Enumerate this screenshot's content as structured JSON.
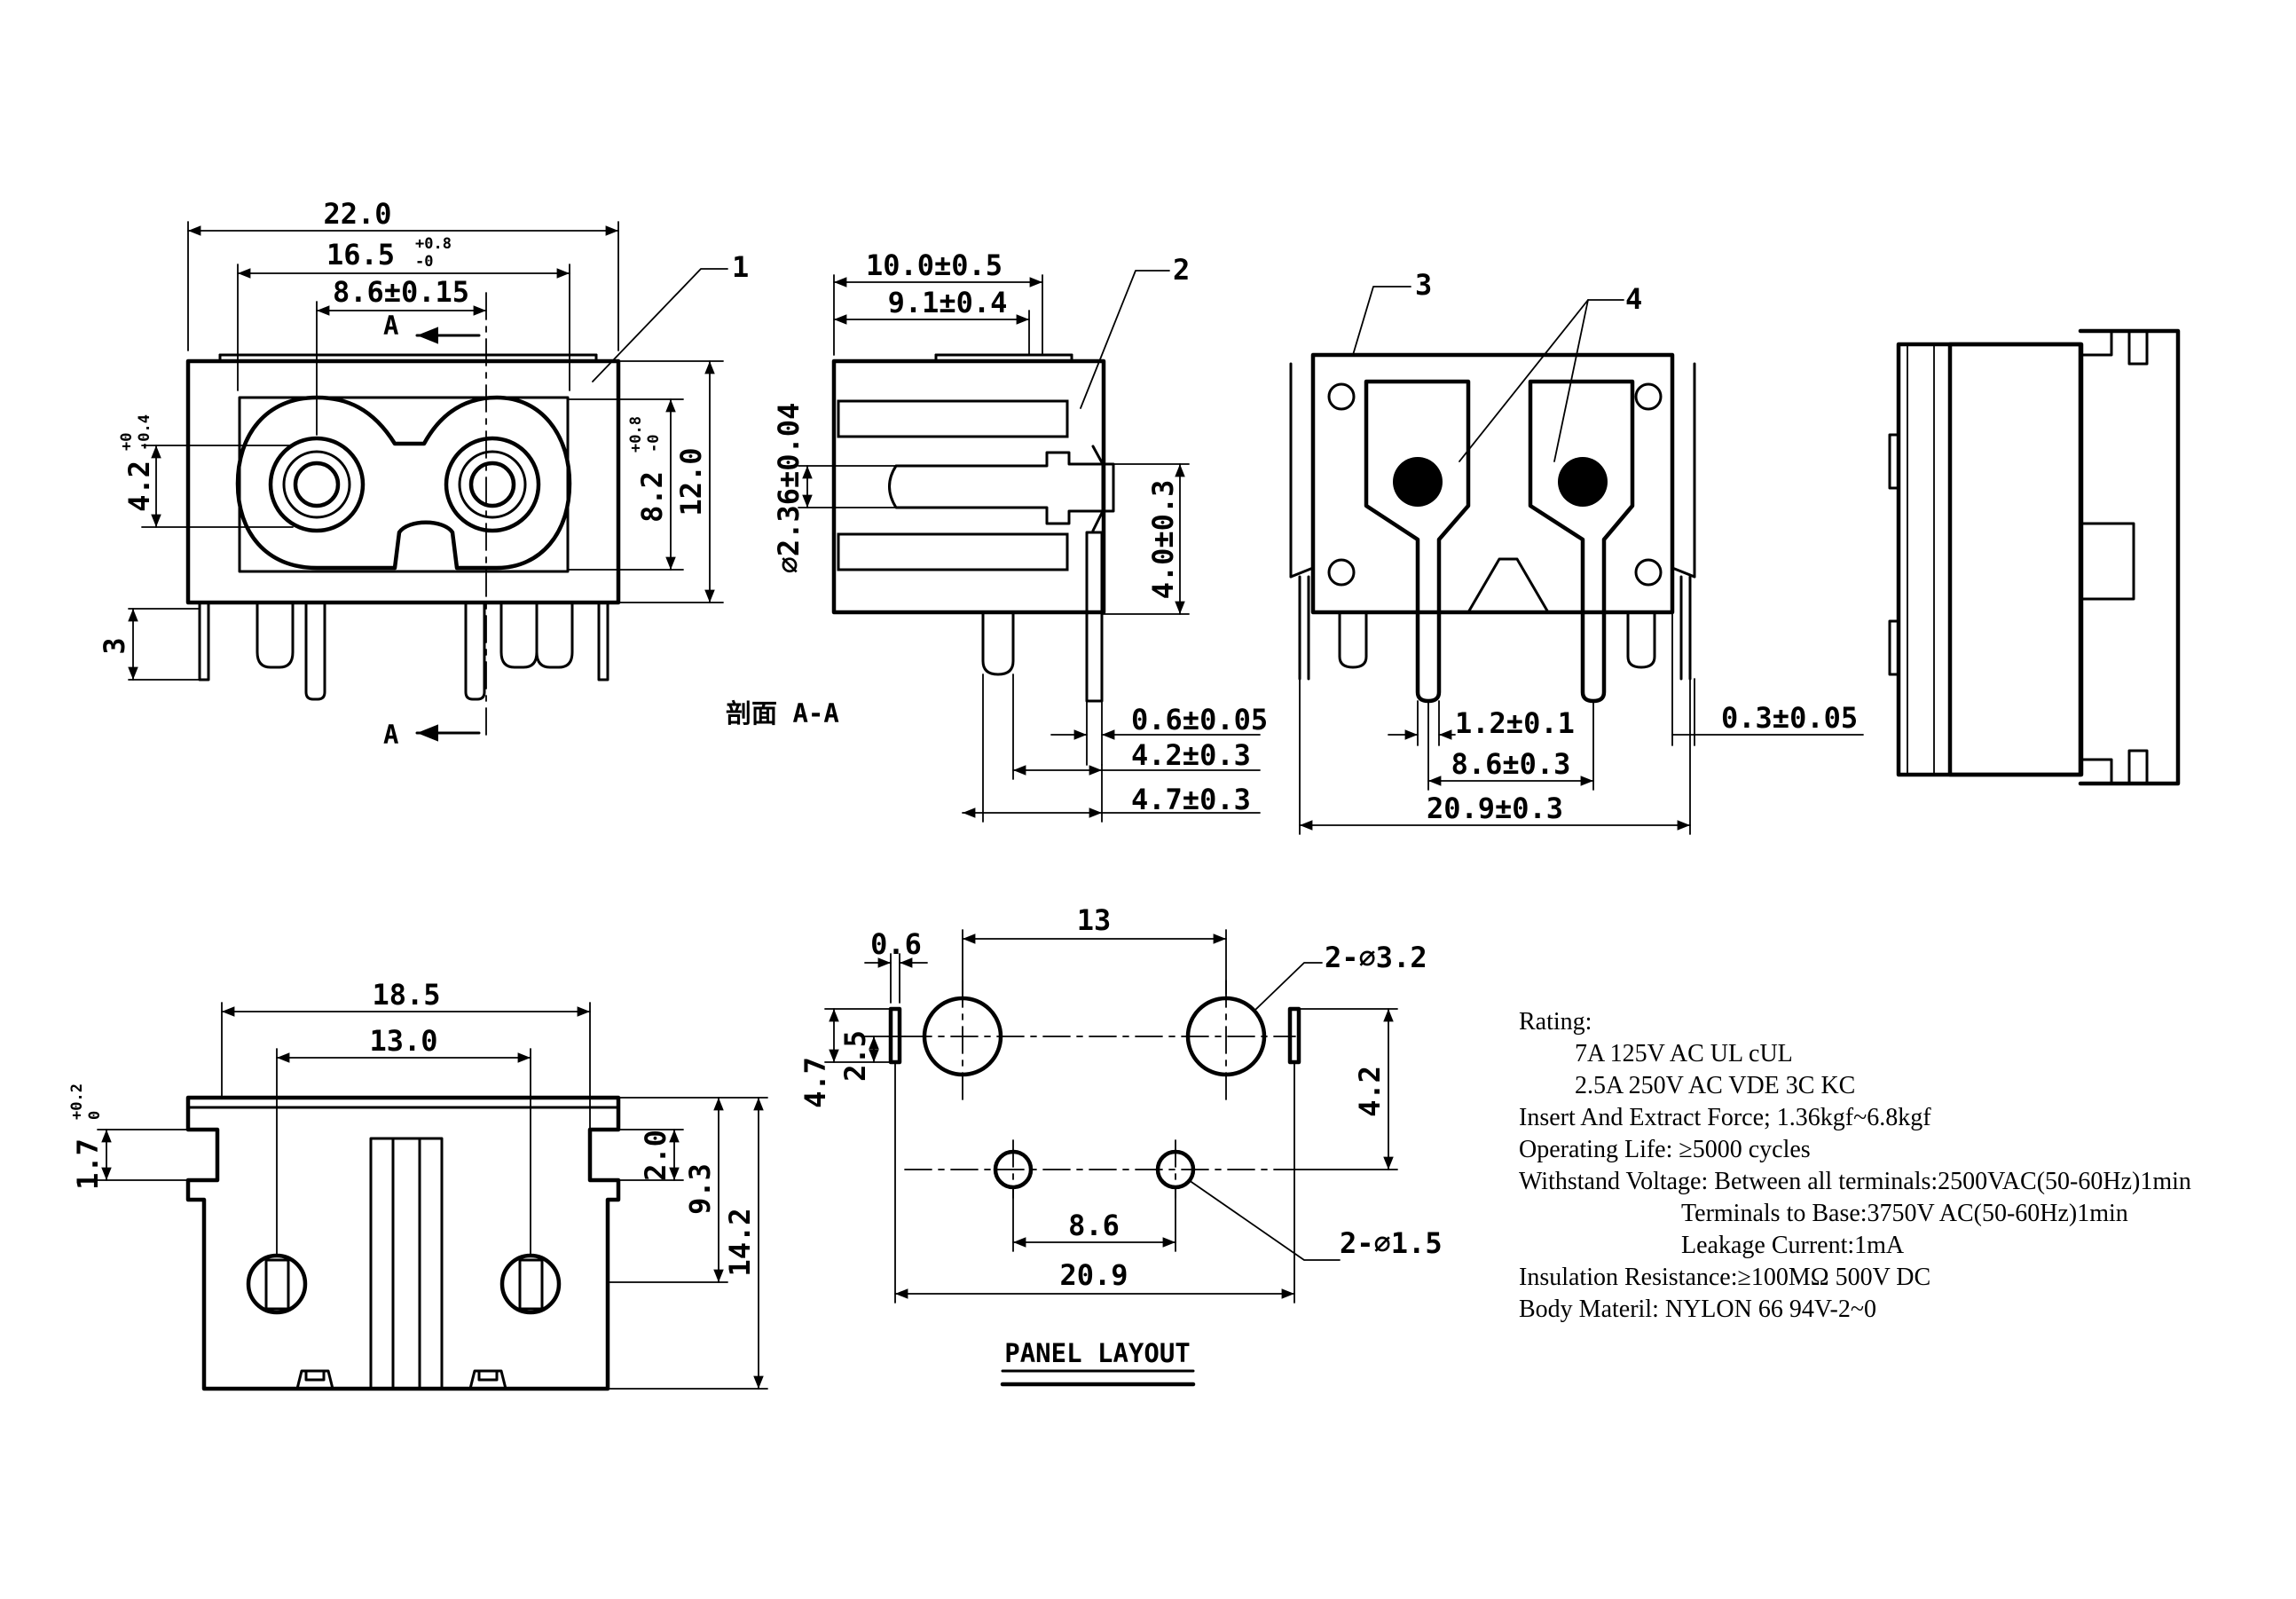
{
  "front_view": {
    "overall_width": "22.0",
    "pin_span": "16.5",
    "pin_span_tol_plus": "+0.8",
    "pin_span_tol_minus": "-0",
    "contact_pitch": "8.6±0.15",
    "section_marker": "A",
    "section_marker_bottom": "A",
    "contact_height": "4.2",
    "contact_height_tol_plus": "+0",
    "contact_height_tol_minus": "-0.4",
    "face_height": "8.2",
    "face_height_tol_plus": "+0.8",
    "face_height_tol_minus": "-0",
    "overall_height": "12.0",
    "pin_length": "3",
    "callout_1": "1"
  },
  "section_view": {
    "depth": "10.0±0.5",
    "inner_depth": "9.1±0.4",
    "pin_diameter": "∅2.36±0.04",
    "terminal_height": "4.0±0.3",
    "thickness": "0.6±0.05",
    "offset_1": "4.2±0.3",
    "offset_2": "4.7±0.3",
    "callout_2": "2",
    "caption": "剖面 A-A"
  },
  "rear_view": {
    "terminal_width": "1.2±0.1",
    "terminal_pitch": "8.6±0.3",
    "overall_width": "20.9±0.3",
    "callout_3": "3",
    "callout_4": "4"
  },
  "side_view": {
    "thickness": "0.3±0.05"
  },
  "bottom_view": {
    "outer_width": "18.5",
    "inner_width": "13.0",
    "flange": "1.7",
    "flange_tol_plus": "+0.2",
    "flange_tol_minus": "0",
    "notch": "2.0",
    "mid_height": "9.3",
    "overall_height": "14.2"
  },
  "panel_layout": {
    "title": "PANEL LAYOUT",
    "slot_width": "0.6",
    "hole_pitch_top": "13",
    "large_holes": "2-∅3.2",
    "slot_height": "4.7",
    "slot_offset": "2.5",
    "vertical_spacing": "4.2",
    "small_hole_pitch": "8.6",
    "overall_width": "20.9",
    "small_holes": "2-∅1.5"
  },
  "specs": {
    "lines": [
      "Rating:",
      "7A 125V AC   UL  cUL",
      "2.5A 250V AC  VDE  3C  KC",
      "Insert And Extract Force;  1.36kgf~6.8kgf",
      "Operating Life:       ≥5000 cycles",
      "Withstand Voltage: Between all terminals:2500VAC(50-60Hz)1min",
      "Terminals to Base:3750V AC(50-60Hz)1min",
      "Leakage Current:1mA",
      "Insulation Resistance:≥100MΩ   500V DC",
      "Body Materil:   NYLON 66   94V-2~0"
    ]
  }
}
